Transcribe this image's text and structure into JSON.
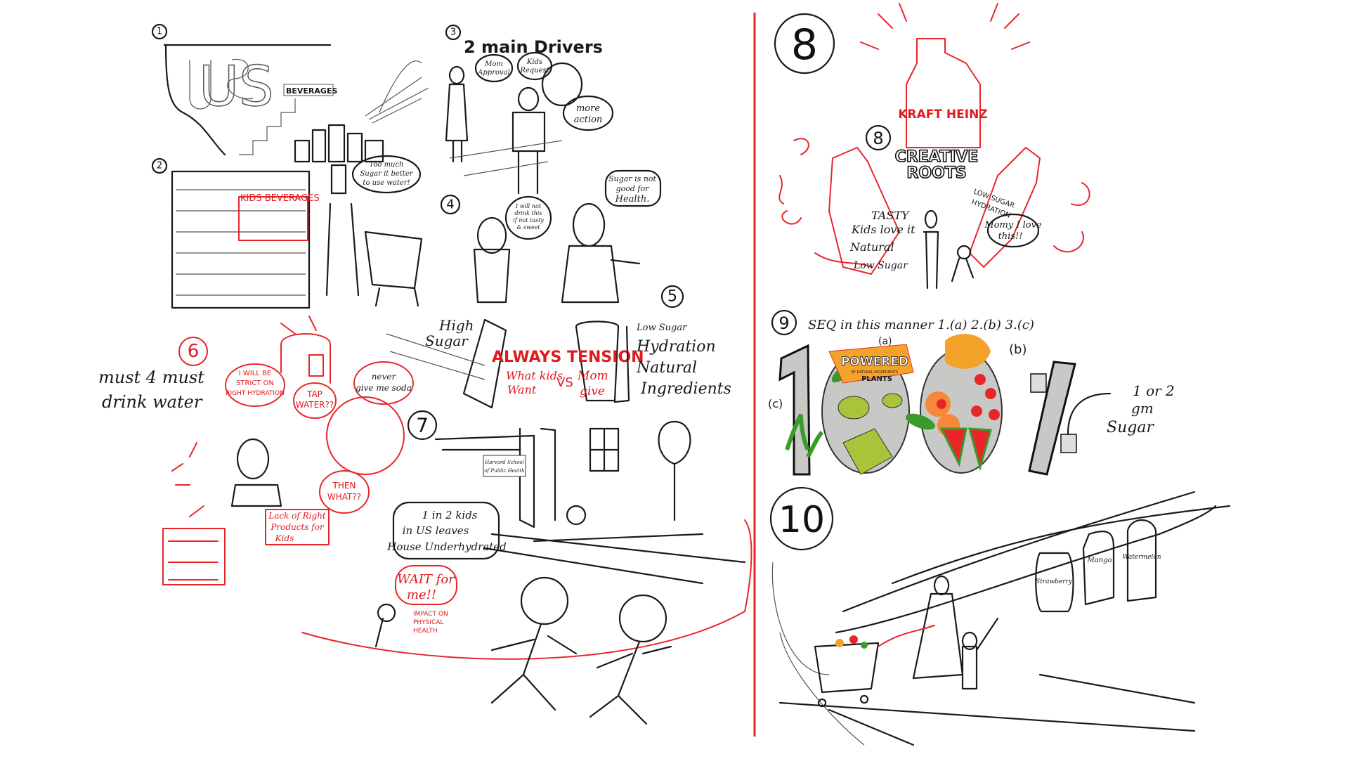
{
  "colors": {
    "ink": "#1a1a1a",
    "accent_red": "#e8262a",
    "gray_fill": "#c8c8c6",
    "green": "#3a9a2a",
    "orange": "#f5a22a",
    "lime": "#a7c43a"
  },
  "panel_numbers": [
    "1",
    "2",
    "3",
    "4",
    "5",
    "6",
    "7",
    "8",
    "9",
    "10"
  ],
  "panel1": {
    "big_word": "US",
    "label": "BEVERAGES"
  },
  "panel2": {
    "shelf_label": "KIDS BEVERAGES",
    "bubble": [
      "Too much",
      "Sugar it better",
      "to use water!"
    ]
  },
  "panel3": {
    "title": "2 main Drivers",
    "bubble_mom": [
      "Mom",
      "Approval"
    ],
    "bubble_kids": [
      "Kids",
      "Request"
    ],
    "bubble_action": [
      "more",
      "action"
    ]
  },
  "panel4": {
    "kid_bubble": [
      "I will not",
      "drink this",
      "if not tasty",
      "& sweet"
    ],
    "mom_bubble": [
      "Sugar is not",
      "good for",
      "Health."
    ]
  },
  "panel5": {
    "left_label": [
      "High",
      "Sugar"
    ],
    "headline": "ALWAYS TENSION",
    "kids_want": [
      "What kids",
      "Want"
    ],
    "vs": "VS",
    "mom_give": [
      "Mom",
      "give"
    ],
    "low_sugar": "Low Sugar",
    "right_list": [
      "Hydration",
      "Natural",
      "Ingredients"
    ]
  },
  "panel6": {
    "note": [
      "must 4 must",
      "drink water"
    ],
    "strict_bubble": [
      "I WILL BE",
      "STRICT ON",
      "RIGHT HYDRATION"
    ],
    "tap_bubble": [
      "TAP",
      "WATER??"
    ],
    "soda_bubble": [
      "never",
      "give me soda"
    ],
    "then_bubble": [
      "THEN",
      "WHAT??"
    ],
    "lack_bubble": [
      "Lack of Right",
      "Products for",
      "Kids"
    ]
  },
  "panel7": {
    "school_sign": [
      "Harvard School",
      "of Public Health"
    ],
    "stat_bubble": [
      "1 in 2 kids",
      "in US leaves",
      "House Underhydrated"
    ],
    "wait_bubble": [
      "WAIT for",
      "me!!"
    ],
    "impact": [
      "IMPACT ON",
      "PHYSICAL",
      "HEALTH"
    ]
  },
  "panel8": {
    "brand": "KRAFT HEINZ",
    "logo": [
      "CREATIVE",
      "ROOTS"
    ],
    "attributes": [
      "TASTY",
      "Kids love it",
      "Natural",
      "Low Sugar"
    ],
    "bottle_label": [
      "LOW SUGAR",
      "HYDRATION"
    ],
    "kid_bubble": [
      "Momy I love",
      "this!!"
    ]
  },
  "panel9": {
    "sequence_note": "SEQ in this manner 1.(a) 2.(b) 3.(c)",
    "label_a": "(a)",
    "label_b": "(b)",
    "label_c": "(c)",
    "badge": [
      "POWERED",
      "BY NATURAL INGREDIENTS",
      "PLANTS"
    ],
    "sugar_note": [
      "1 or 2",
      "gm",
      "Sugar"
    ]
  },
  "panel10": {
    "bottles": [
      "Strawberry",
      "Mango",
      "Watermelon"
    ]
  }
}
